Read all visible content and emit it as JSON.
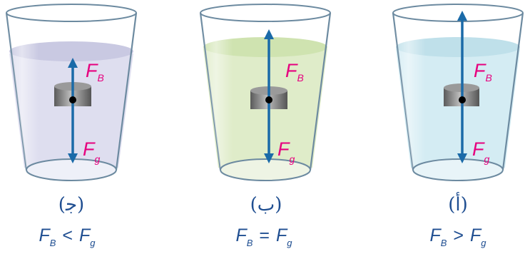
{
  "beakers": [
    {
      "id": "c",
      "label": "(ﺟ)",
      "liquid_color": "#dcdcee",
      "fb_symbol": "F",
      "fb_sub": "B",
      "fg_symbol": "F",
      "fg_sub": "g",
      "eq_left": "F",
      "eq_left_sub": "B",
      "relation": "<",
      "eq_right": "F",
      "eq_right_sub": "g"
    },
    {
      "id": "b",
      "label": "(ب)",
      "liquid_color": "#ddebc6",
      "fb_symbol": "F",
      "fb_sub": "B",
      "fg_symbol": "F",
      "fg_sub": "g",
      "eq_left": "F",
      "eq_left_sub": "B",
      "relation": "=",
      "eq_right": "F",
      "eq_right_sub": "g"
    },
    {
      "id": "a",
      "label": "(أ)",
      "liquid_color": "#d2ebf2",
      "fb_symbol": "F",
      "fb_sub": "B",
      "fg_symbol": "F",
      "fg_sub": "g",
      "eq_left": "F",
      "eq_left_sub": "B",
      "relation": ">",
      "eq_right": "F",
      "eq_right_sub": "g"
    }
  ],
  "colors": {
    "arrow": "#1a6aa8",
    "force_label": "#e6007e",
    "caption": "#1f4e91",
    "glass_edge": "#6c8aa0",
    "object": "#6f6f6f"
  }
}
